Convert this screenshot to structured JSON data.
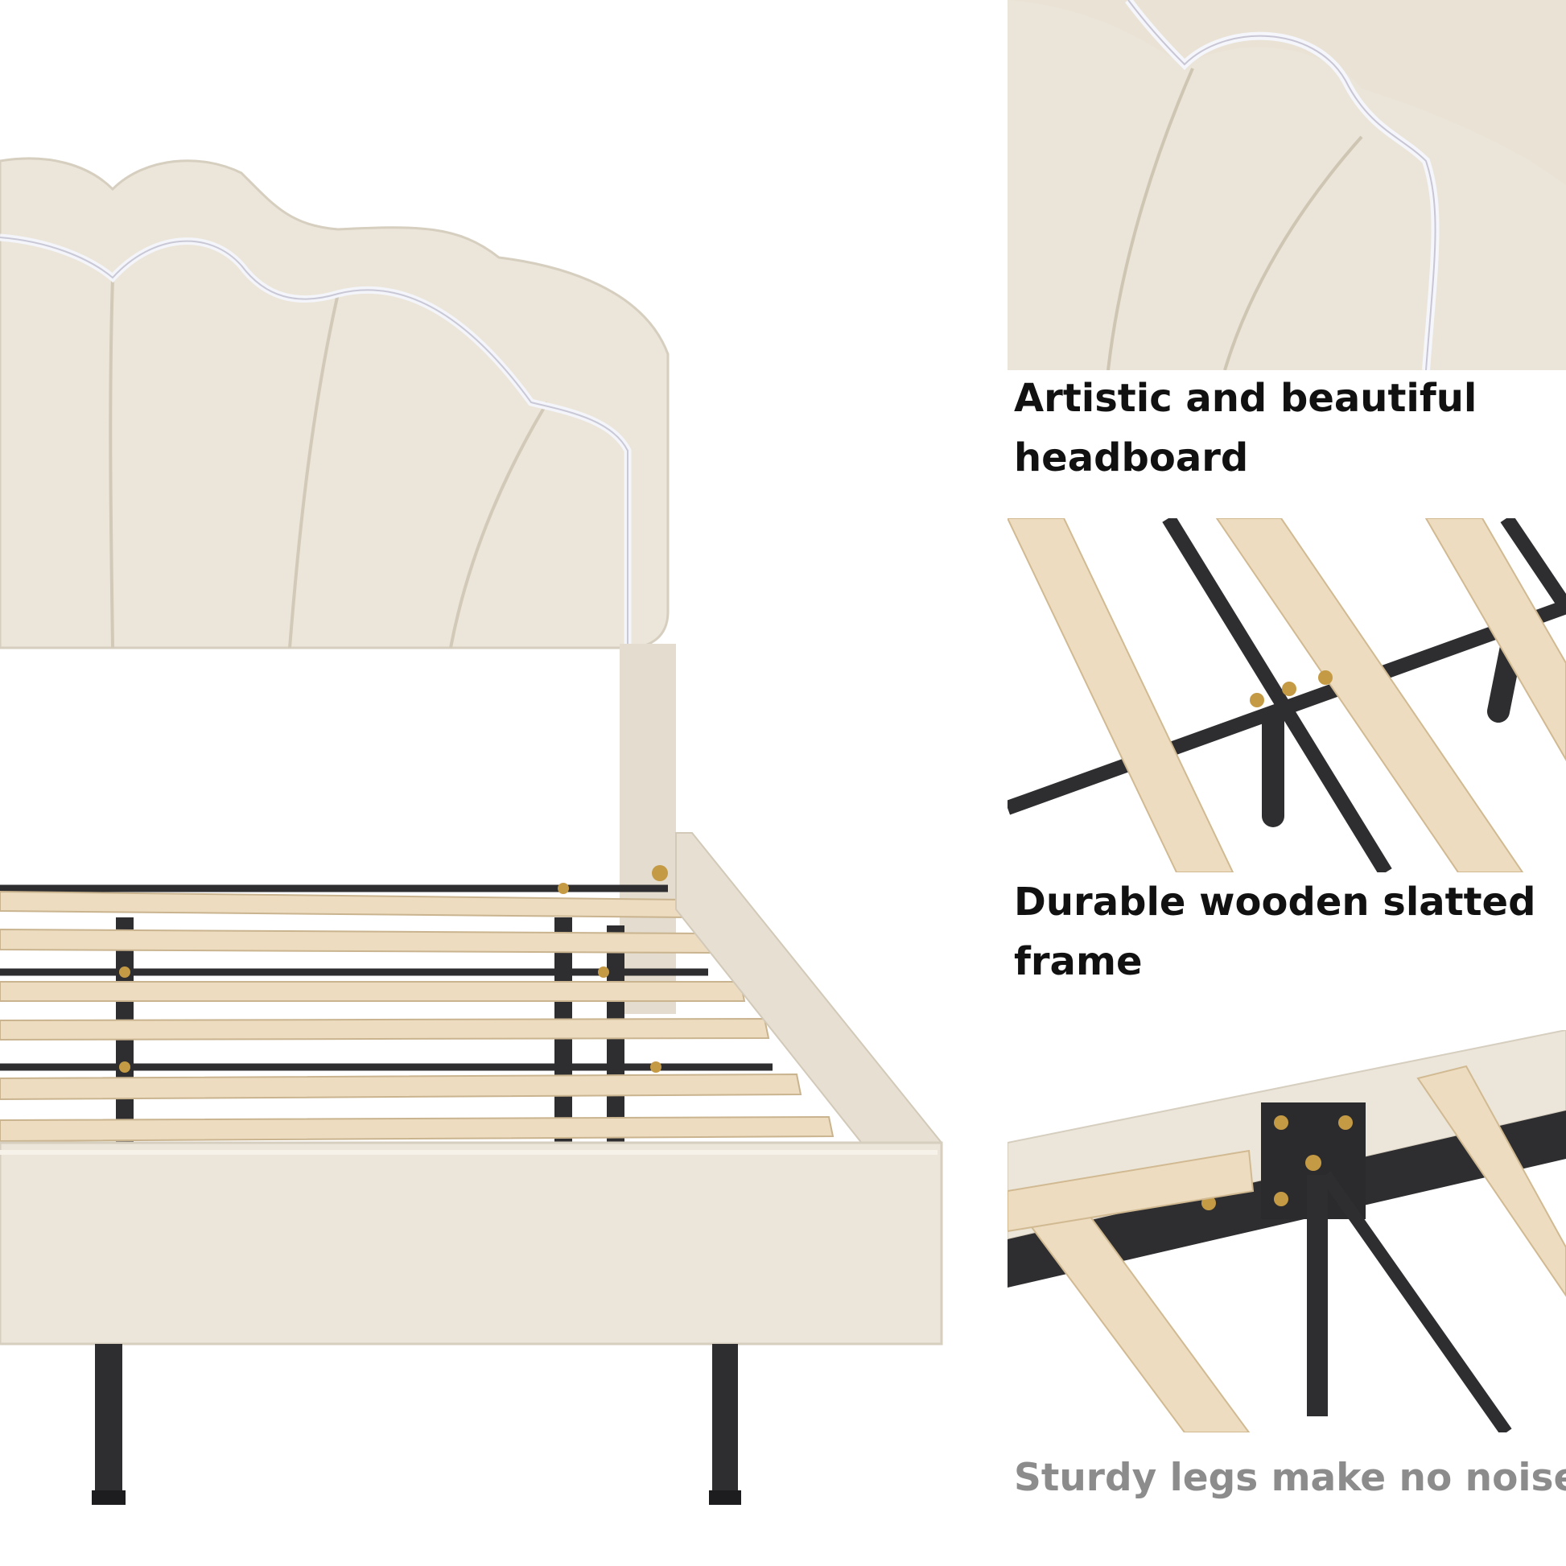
{
  "features": {
    "headboard": {
      "caption": "Artistic and beautiful headboard"
    },
    "slats": {
      "caption": "Durable wooden slatted frame"
    },
    "legs": {
      "caption": "Sturdy legs make no noise"
    }
  },
  "colors": {
    "upholstery": "#ece6da",
    "upholstery_shadow": "#d8d0c1",
    "led_strip": "#f4f5fa",
    "wood_slat": "#eddcc0",
    "metal": "#2e2e30",
    "hardware": "#c49a45",
    "caption_dark": "#111111",
    "caption_grey": "#8c8c8c"
  }
}
